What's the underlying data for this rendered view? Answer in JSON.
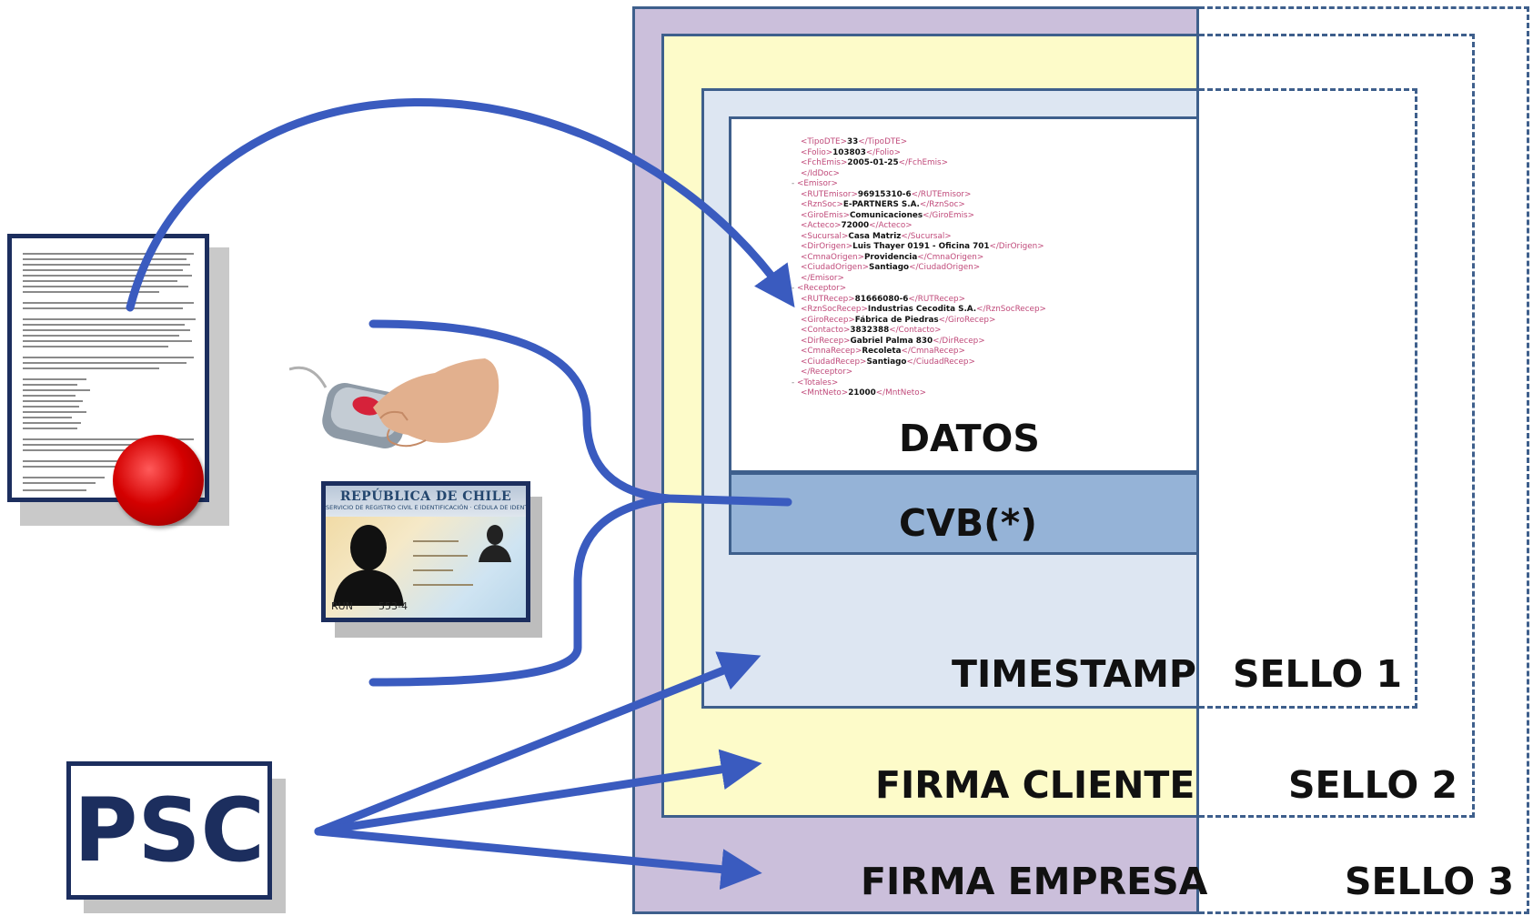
{
  "layers": {
    "datos": "DATOS",
    "cvb": "CVB(*)",
    "timestamp": "TIMESTAMP",
    "firma_cliente": "FIRMA CLIENTE",
    "firma_empresa": "FIRMA EMPRESA"
  },
  "seals": {
    "sello_1": "SELLO 1",
    "sello_2": "SELLO 2",
    "sello_3": "SELLO 3"
  },
  "psc": "PSC",
  "id_card": {
    "title": "REPÚBLICA DE CHILE",
    "subtitle": "SERVICIO DE REGISTRO CIVIL E IDENTIFICACIÓN · CÉDULA DE IDENTIDAD",
    "run_label": "RUN",
    "run_value": "553-4"
  },
  "xml_lines": [
    {
      "dash": "",
      "open": "<TipoDTE>",
      "value": "33",
      "close": "</TipoDTE>"
    },
    {
      "dash": "",
      "open": "<Folio>",
      "value": "103803",
      "close": "</Folio>"
    },
    {
      "dash": "",
      "open": "<FchEmis>",
      "value": "2005-01-25",
      "close": "</FchEmis>"
    },
    {
      "dash": "",
      "open": "</IdDoc>",
      "value": "",
      "close": ""
    },
    {
      "dash": "- ",
      "open": "<Emisor>",
      "value": "",
      "close": ""
    },
    {
      "dash": "",
      "open": "<RUTEmisor>",
      "value": "96915310-6",
      "close": "</RUTEmisor>"
    },
    {
      "dash": "",
      "open": "<RznSoc>",
      "value": "E-PARTNERS S.A.",
      "close": "</RznSoc>"
    },
    {
      "dash": "",
      "open": "<GiroEmis>",
      "value": "Comunicaciones",
      "close": "</GiroEmis>"
    },
    {
      "dash": "",
      "open": "<Acteco>",
      "value": "72000",
      "close": "</Acteco>"
    },
    {
      "dash": "",
      "open": "<Sucursal>",
      "value": "Casa Matriz",
      "close": "</Sucursal>"
    },
    {
      "dash": "",
      "open": "<DirOrigen>",
      "value": "Luis Thayer 0191 - Oficina 701",
      "close": "</DirOrigen>"
    },
    {
      "dash": "",
      "open": "<CmnaOrigen>",
      "value": "Providencia",
      "close": "</CmnaOrigen>"
    },
    {
      "dash": "",
      "open": "<CiudadOrigen>",
      "value": "Santiago",
      "close": "</CiudadOrigen>"
    },
    {
      "dash": "",
      "open": "</Emisor>",
      "value": "",
      "close": ""
    },
    {
      "dash": "- ",
      "open": "<Receptor>",
      "value": "",
      "close": ""
    },
    {
      "dash": "",
      "open": "<RUTRecep>",
      "value": "81666080-6",
      "close": "</RUTRecep>"
    },
    {
      "dash": "",
      "open": "<RznSocRecep>",
      "value": "Industrias Cecodita S.A.",
      "close": "</RznSocRecep>"
    },
    {
      "dash": "",
      "open": "<GiroRecep>",
      "value": "Fábrica de Piedras",
      "close": "</GiroRecep>"
    },
    {
      "dash": "",
      "open": "<Contacto>",
      "value": "3832388",
      "close": "</Contacto>"
    },
    {
      "dash": "",
      "open": "<DirRecep>",
      "value": "Gabriel Palma 830",
      "close": "</DirRecep>"
    },
    {
      "dash": "",
      "open": "<CmnaRecep>",
      "value": "Recoleta",
      "close": "</CmnaRecep>"
    },
    {
      "dash": "",
      "open": "<CiudadRecep>",
      "value": "Santiago",
      "close": "</CiudadRecep>"
    },
    {
      "dash": "",
      "open": "</Receptor>",
      "value": "",
      "close": ""
    },
    {
      "dash": "- ",
      "open": "<Totales>",
      "value": "",
      "close": ""
    },
    {
      "dash": "",
      "open": "<MntNeto>",
      "value": "21000",
      "close": "</MntNeto>"
    }
  ],
  "colors": {
    "outline": "#3e5f8c",
    "arrow": "#3a5bbf",
    "navy": "#1c2e5e",
    "firma_empresa_bg": "#cbbfdb",
    "firma_cliente_bg": "#fdfbc9",
    "timestamp_bg": "#dde6f2",
    "datos_bg": "#ffffff",
    "cvb_bg": "#95b3d7"
  }
}
